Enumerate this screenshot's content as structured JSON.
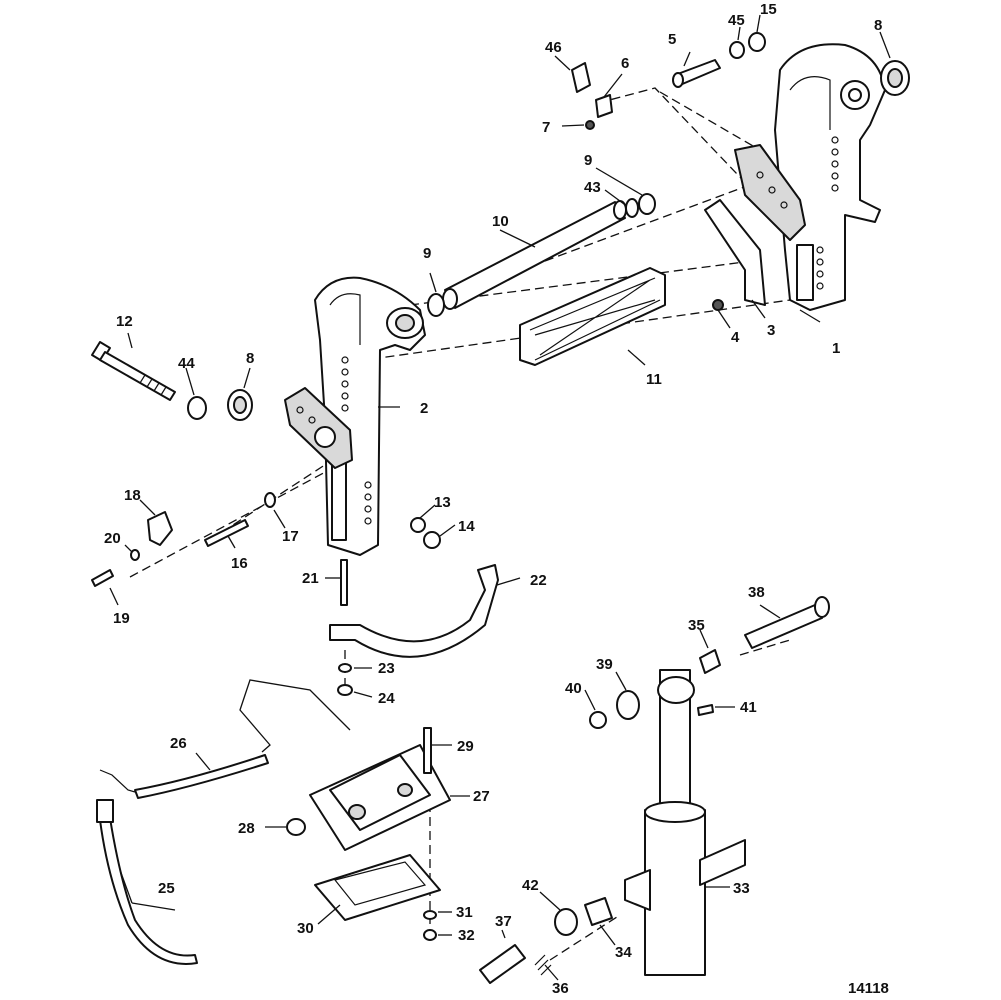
{
  "figure_id": "14118",
  "callouts": [
    {
      "id": "c1",
      "text": "1"
    },
    {
      "id": "c2",
      "text": "2"
    },
    {
      "id": "c3",
      "text": "3"
    },
    {
      "id": "c4",
      "text": "4"
    },
    {
      "id": "c5",
      "text": "5"
    },
    {
      "id": "c6",
      "text": "6"
    },
    {
      "id": "c7",
      "text": "7"
    },
    {
      "id": "c8a",
      "text": "8"
    },
    {
      "id": "c8b",
      "text": "8"
    },
    {
      "id": "c9a",
      "text": "9"
    },
    {
      "id": "c9b",
      "text": "9"
    },
    {
      "id": "c10",
      "text": "10"
    },
    {
      "id": "c11",
      "text": "11"
    },
    {
      "id": "c12",
      "text": "12"
    },
    {
      "id": "c13",
      "text": "13"
    },
    {
      "id": "c14",
      "text": "14"
    },
    {
      "id": "c15",
      "text": "15"
    },
    {
      "id": "c16",
      "text": "16"
    },
    {
      "id": "c17",
      "text": "17"
    },
    {
      "id": "c18",
      "text": "18"
    },
    {
      "id": "c19",
      "text": "19"
    },
    {
      "id": "c20",
      "text": "20"
    },
    {
      "id": "c21",
      "text": "21"
    },
    {
      "id": "c22",
      "text": "22"
    },
    {
      "id": "c23",
      "text": "23"
    },
    {
      "id": "c24",
      "text": "24"
    },
    {
      "id": "c25",
      "text": "25"
    },
    {
      "id": "c26",
      "text": "26"
    },
    {
      "id": "c27",
      "text": "27"
    },
    {
      "id": "c28",
      "text": "28"
    },
    {
      "id": "c29",
      "text": "29"
    },
    {
      "id": "c30",
      "text": "30"
    },
    {
      "id": "c31",
      "text": "31"
    },
    {
      "id": "c32",
      "text": "32"
    },
    {
      "id": "c33",
      "text": "33"
    },
    {
      "id": "c34",
      "text": "34"
    },
    {
      "id": "c35",
      "text": "35"
    },
    {
      "id": "c36",
      "text": "36"
    },
    {
      "id": "c37",
      "text": "37"
    },
    {
      "id": "c38",
      "text": "38"
    },
    {
      "id": "c39",
      "text": "39"
    },
    {
      "id": "c40",
      "text": "40"
    },
    {
      "id": "c41",
      "text": "41"
    },
    {
      "id": "c42",
      "text": "42"
    },
    {
      "id": "c43",
      "text": "43"
    },
    {
      "id": "c44",
      "text": "44"
    },
    {
      "id": "c45",
      "text": "45"
    },
    {
      "id": "c46",
      "text": "46"
    }
  ]
}
